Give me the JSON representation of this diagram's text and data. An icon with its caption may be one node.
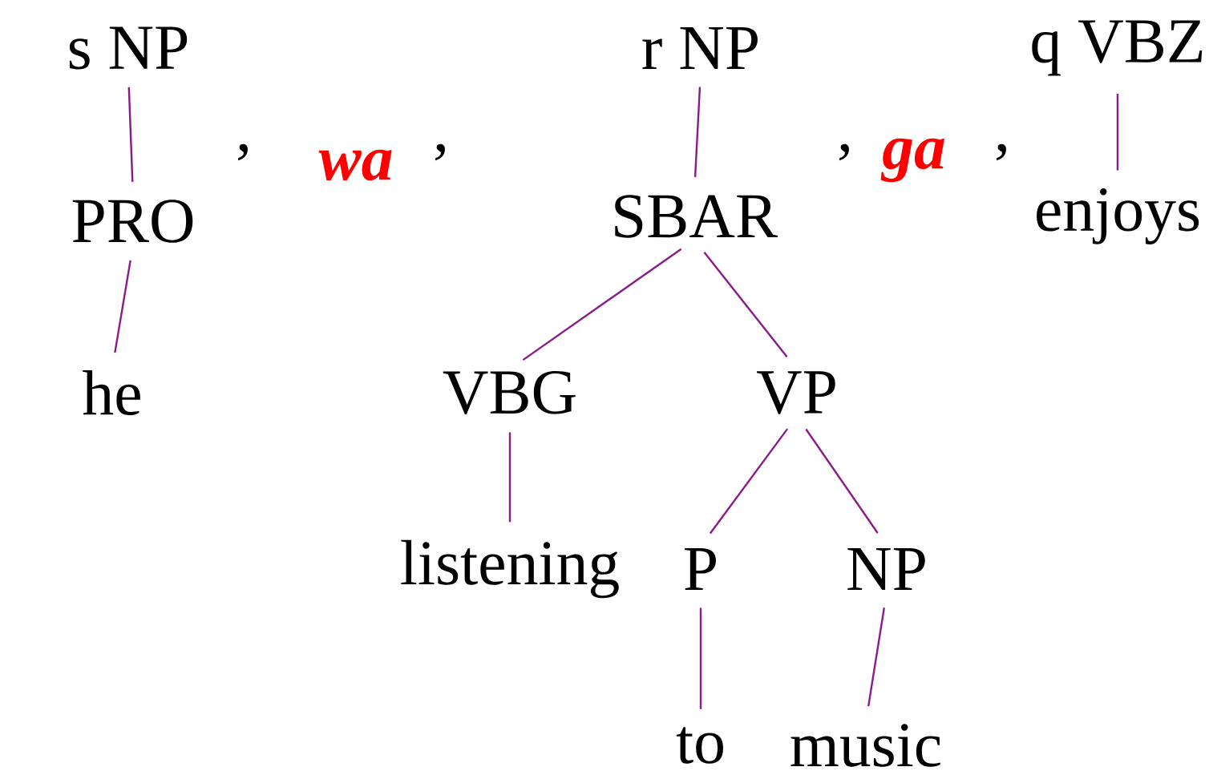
{
  "diagram": {
    "nodes": [
      {
        "text": [
          "s NP"
        ]
      },
      {
        "text": [
          "PRO"
        ]
      },
      {
        "text": [
          "he"
        ]
      },
      {
        "text": [
          "r NP"
        ]
      },
      {
        "text": [
          "SBAR"
        ]
      },
      {
        "text": [
          "VBG"
        ]
      },
      {
        "text": [
          "VP"
        ]
      },
      {
        "text": [
          "listening"
        ]
      },
      {
        "text": [
          "P"
        ]
      },
      {
        "text": [
          "NP"
        ]
      },
      {
        "text": [
          "to"
        ]
      },
      {
        "text": [
          "music"
        ]
      },
      {
        "text": [
          "q VBZ"
        ]
      },
      {
        "text": [
          "enjoys"
        ]
      }
    ],
    "edges": [
      {
        "from": 0,
        "to": 1,
        "arrow": "none"
      },
      {
        "from": 1,
        "to": 2,
        "arrow": "none"
      },
      {
        "from": 3,
        "to": 4,
        "arrow": "none"
      },
      {
        "from": 4,
        "to": 5,
        "arrow": "none"
      },
      {
        "from": 4,
        "to": 6,
        "arrow": "none"
      },
      {
        "from": 5,
        "to": 7,
        "arrow": "none"
      },
      {
        "from": 6,
        "to": 8,
        "arrow": "none"
      },
      {
        "from": 6,
        "to": 9,
        "arrow": "none"
      },
      {
        "from": 8,
        "to": 10,
        "arrow": "none"
      },
      {
        "from": 9,
        "to": 11,
        "arrow": "none"
      },
      {
        "from": 12,
        "to": 13,
        "arrow": "none"
      }
    ],
    "labels": [
      ",",
      "wa",
      ",",
      ",",
      "ga",
      ","
    ]
  }
}
